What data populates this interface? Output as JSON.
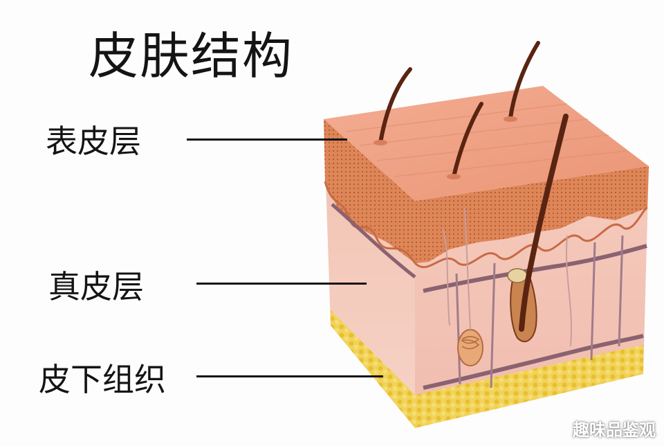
{
  "title": "皮肤结构",
  "labels": {
    "epidermis": "表皮层",
    "dermis": "真皮层",
    "hypodermis": "皮下组织"
  },
  "watermark": "趣味品鉴观",
  "colors": {
    "epidermis_top": "#f0a184",
    "epidermis_band": "#d9784f",
    "dermis": "#f3c6b8",
    "dermis_side": "#ecb6a6",
    "fat": "#f0cf4a",
    "hair": "#5a2412",
    "vessel": "#8a6270",
    "text": "#141414"
  }
}
